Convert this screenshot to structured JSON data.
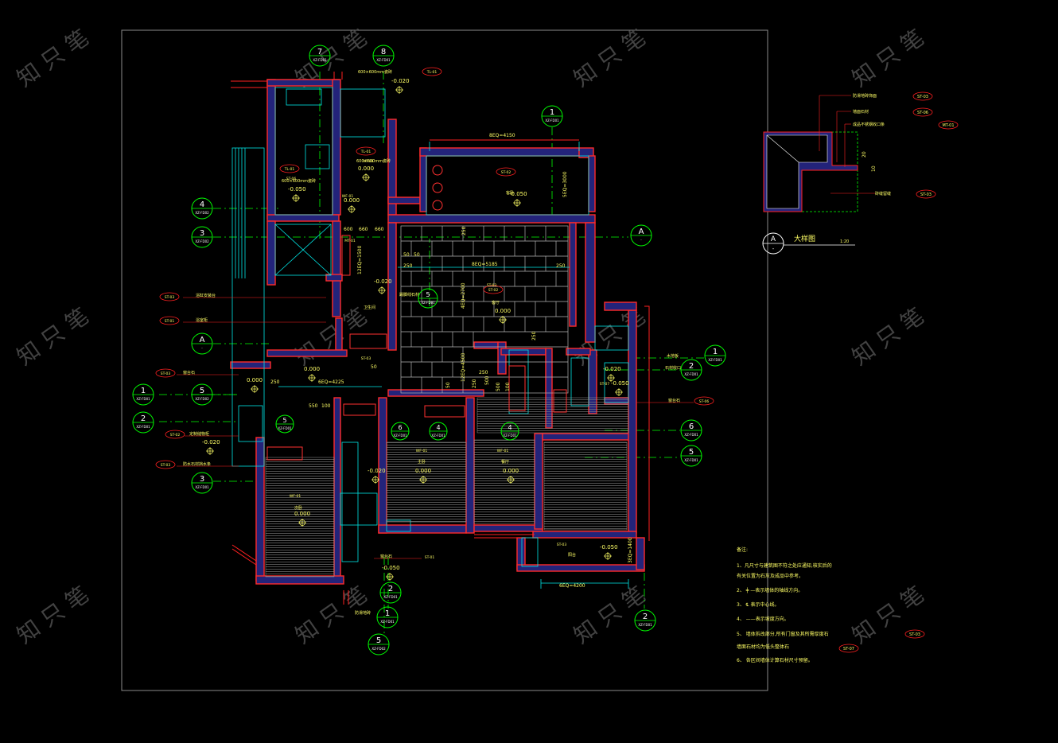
{
  "colors": {
    "background": "#000000",
    "frame": "#8a8a8a",
    "wall_outline": "#ff2020",
    "wall_fill": "#2a2a8a",
    "dim": "#00ffff",
    "text": "#ffff66",
    "axis": "#00ff00",
    "grid": "#b0b0b0",
    "tag": "#ff2020",
    "watermark": "#5a5a5a"
  },
  "watermark": "知 只 笔",
  "axes": [
    {
      "num": "7",
      "sub": "XZ-FD01"
    },
    {
      "num": "8",
      "sub": "XZ-FD01"
    },
    {
      "num": "1",
      "sub": "XZ-FD01"
    },
    {
      "num": "4",
      "sub": "XZ-FD02"
    },
    {
      "num": "3",
      "sub": "XZ-FD02"
    },
    {
      "num": "A",
      "sub": "-"
    },
    {
      "num": "A",
      "sub": "-"
    },
    {
      "num": "1",
      "sub": "XZ-FD01"
    },
    {
      "num": "2",
      "sub": "XZ-FD01"
    },
    {
      "num": "5",
      "sub": "XZ-FD02"
    },
    {
      "num": "3",
      "sub": "XZ-FD01"
    },
    {
      "num": "1",
      "sub": "XZ-FD01"
    },
    {
      "num": "2",
      "sub": "XZ-FD01"
    },
    {
      "num": "6",
      "sub": "XZ-FD01"
    },
    {
      "num": "5",
      "sub": "XZ-FD01"
    },
    {
      "num": "5",
      "sub": "XZ-FD01"
    },
    {
      "num": "6",
      "sub": "XZ-FD01"
    },
    {
      "num": "4",
      "sub": "XZ-FD01"
    },
    {
      "num": "4",
      "sub": "XZ-FD01"
    },
    {
      "num": "5",
      "sub": "XZ-FD01"
    },
    {
      "num": "2",
      "sub": "XZ-FD01"
    },
    {
      "num": "1",
      "sub": "XZ-FD01"
    },
    {
      "num": "5",
      "sub": "XZ-FD02"
    },
    {
      "num": "2",
      "sub": "XZ-FD01"
    }
  ],
  "tags": [
    "TL-01",
    "TL-01",
    "TL-01",
    "ST-02",
    "ST-02",
    "ST-03",
    "ST-01",
    "ST-03",
    "ST-02",
    "ST-03",
    "ST-06",
    "WF-01",
    "WF-01",
    "WF-01",
    "WF-01",
    "ST-01",
    "ST-03",
    "ST-03",
    "ST-06",
    "MT-01",
    "MT-01",
    "ST-03",
    "ST-07"
  ],
  "dims": {
    "top": "8EQ=4150",
    "mid": "8EQ=5185",
    "left": "6EQ=4225",
    "bottom": "6EQ=4200",
    "v1": "5EQ=3000",
    "v2": "4EQ=2700",
    "v3": "12EQ=4500",
    "v4": "12EQ=1500",
    "v5": "3EQ=1400",
    "d660a": "660",
    "d660b": "660",
    "d600": "600",
    "d50a": "50",
    "d50b": "50",
    "d250a": "250",
    "d250b": "250",
    "d250c": "250",
    "d250d": "250",
    "d500": "500",
    "d550": "550",
    "d100a": "100",
    "d100b": "100",
    "d250e": "250",
    "d250f": "250",
    "d500b": "500",
    "d250g": "250",
    "d50c": "50",
    "d50d": "50"
  },
  "levels": [
    "-0.020",
    "0.000",
    "-0.050",
    "0.000",
    "-0.020",
    "-0.050",
    "0.000",
    "0.000",
    "-0.020",
    "-0.050",
    "0.000",
    "0.000",
    "-0.020",
    "0.000",
    "0.000",
    "-0.050",
    "-0.020",
    "-0.050"
  ],
  "notes_tl": [
    "600×600mm瓷砖",
    "600×600mm瓷砖",
    "600×600mm瓷砖"
  ],
  "room_labels": [
    "客厅",
    "餐厅",
    "主卧",
    "次卧",
    "客卧",
    "卫生间",
    "阳台"
  ],
  "leader_labels": [
    "浴缸安装台",
    "浴室柜",
    "窗台石",
    "防水石材挡水条",
    "定制储物柜",
    "窗台石",
    "窗台石",
    "踢脚线石材",
    "木地板",
    "石材收口",
    "防滑地砖"
  ],
  "detail": {
    "title": "大样图",
    "scale": "1:20",
    "symbol": "A",
    "sub": "-",
    "labels": [
      "防滑地砖饰面",
      "墙面石材",
      "成品不锈钢收口条",
      "砖缝留缝"
    ],
    "tags": [
      "ST-03",
      "ST-06",
      "MT-01",
      "ST-03"
    ],
    "dims": [
      "20",
      "10"
    ]
  },
  "notes": {
    "heading": "备注:",
    "items": [
      "1、凡尺寸与建筑图不符之处应通知,核实后的",
      "   有关位置为石灰及成品中参考。",
      "2、 ╪ —表示墙体的轴线方向。",
      "3、 ℄ 表示中心线。",
      "4、  ——表示坡度方向。",
      "5、 墙体拆改部分,所有门窗及其所需厚度石",
      "   墙面石材均为低头整体石",
      "6、 各区间墙体计算石材尺寸预留。"
    ],
    "tags": [
      "ST-03",
      "ST-07"
    ]
  }
}
